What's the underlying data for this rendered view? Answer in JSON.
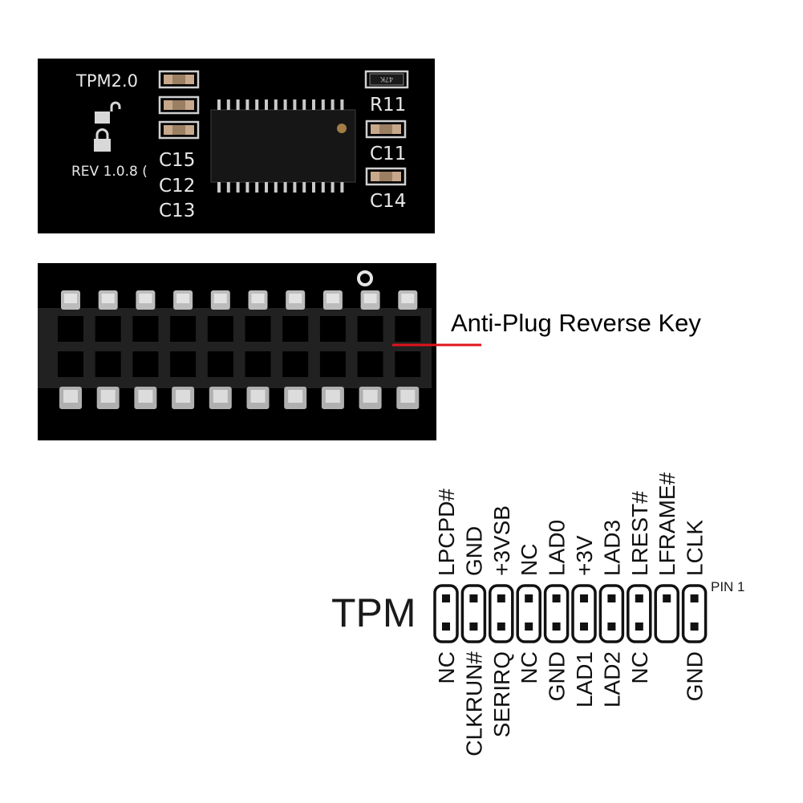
{
  "board": {
    "title": "TPM2.0",
    "revision": "REV 1.0.8 (",
    "labels": {
      "c15": "C15",
      "c12": "C12",
      "c13": "C13",
      "r11": "R11",
      "c11": "C11",
      "c14": "C14",
      "r11_marking": "47K"
    },
    "colors": {
      "pcb": "#000000",
      "silkscreen": "#e8e8e8",
      "pad": "#c7a88a"
    }
  },
  "connector": {
    "annotation": "Anti-Plug Reverse Key",
    "annotation_line_color": "#e0141c",
    "columns": 10,
    "rows": 2
  },
  "pinout": {
    "header_label": "TPM",
    "pin1_label": "PIN 1",
    "top_labels": [
      "LPCPD#",
      "GND",
      "+3VSB",
      "NC",
      "LAD0",
      "+3V",
      "LAD3",
      "LREST#",
      "LFRAME#",
      "LCLK"
    ],
    "bottom_labels": [
      "NC",
      "CLKRUN#",
      "SERIRQ",
      "NC",
      "GND",
      "LAD1",
      "LAD2",
      "NC",
      "",
      "GND"
    ],
    "missing_pin": {
      "row": "bottom",
      "column_index": 8
    }
  }
}
